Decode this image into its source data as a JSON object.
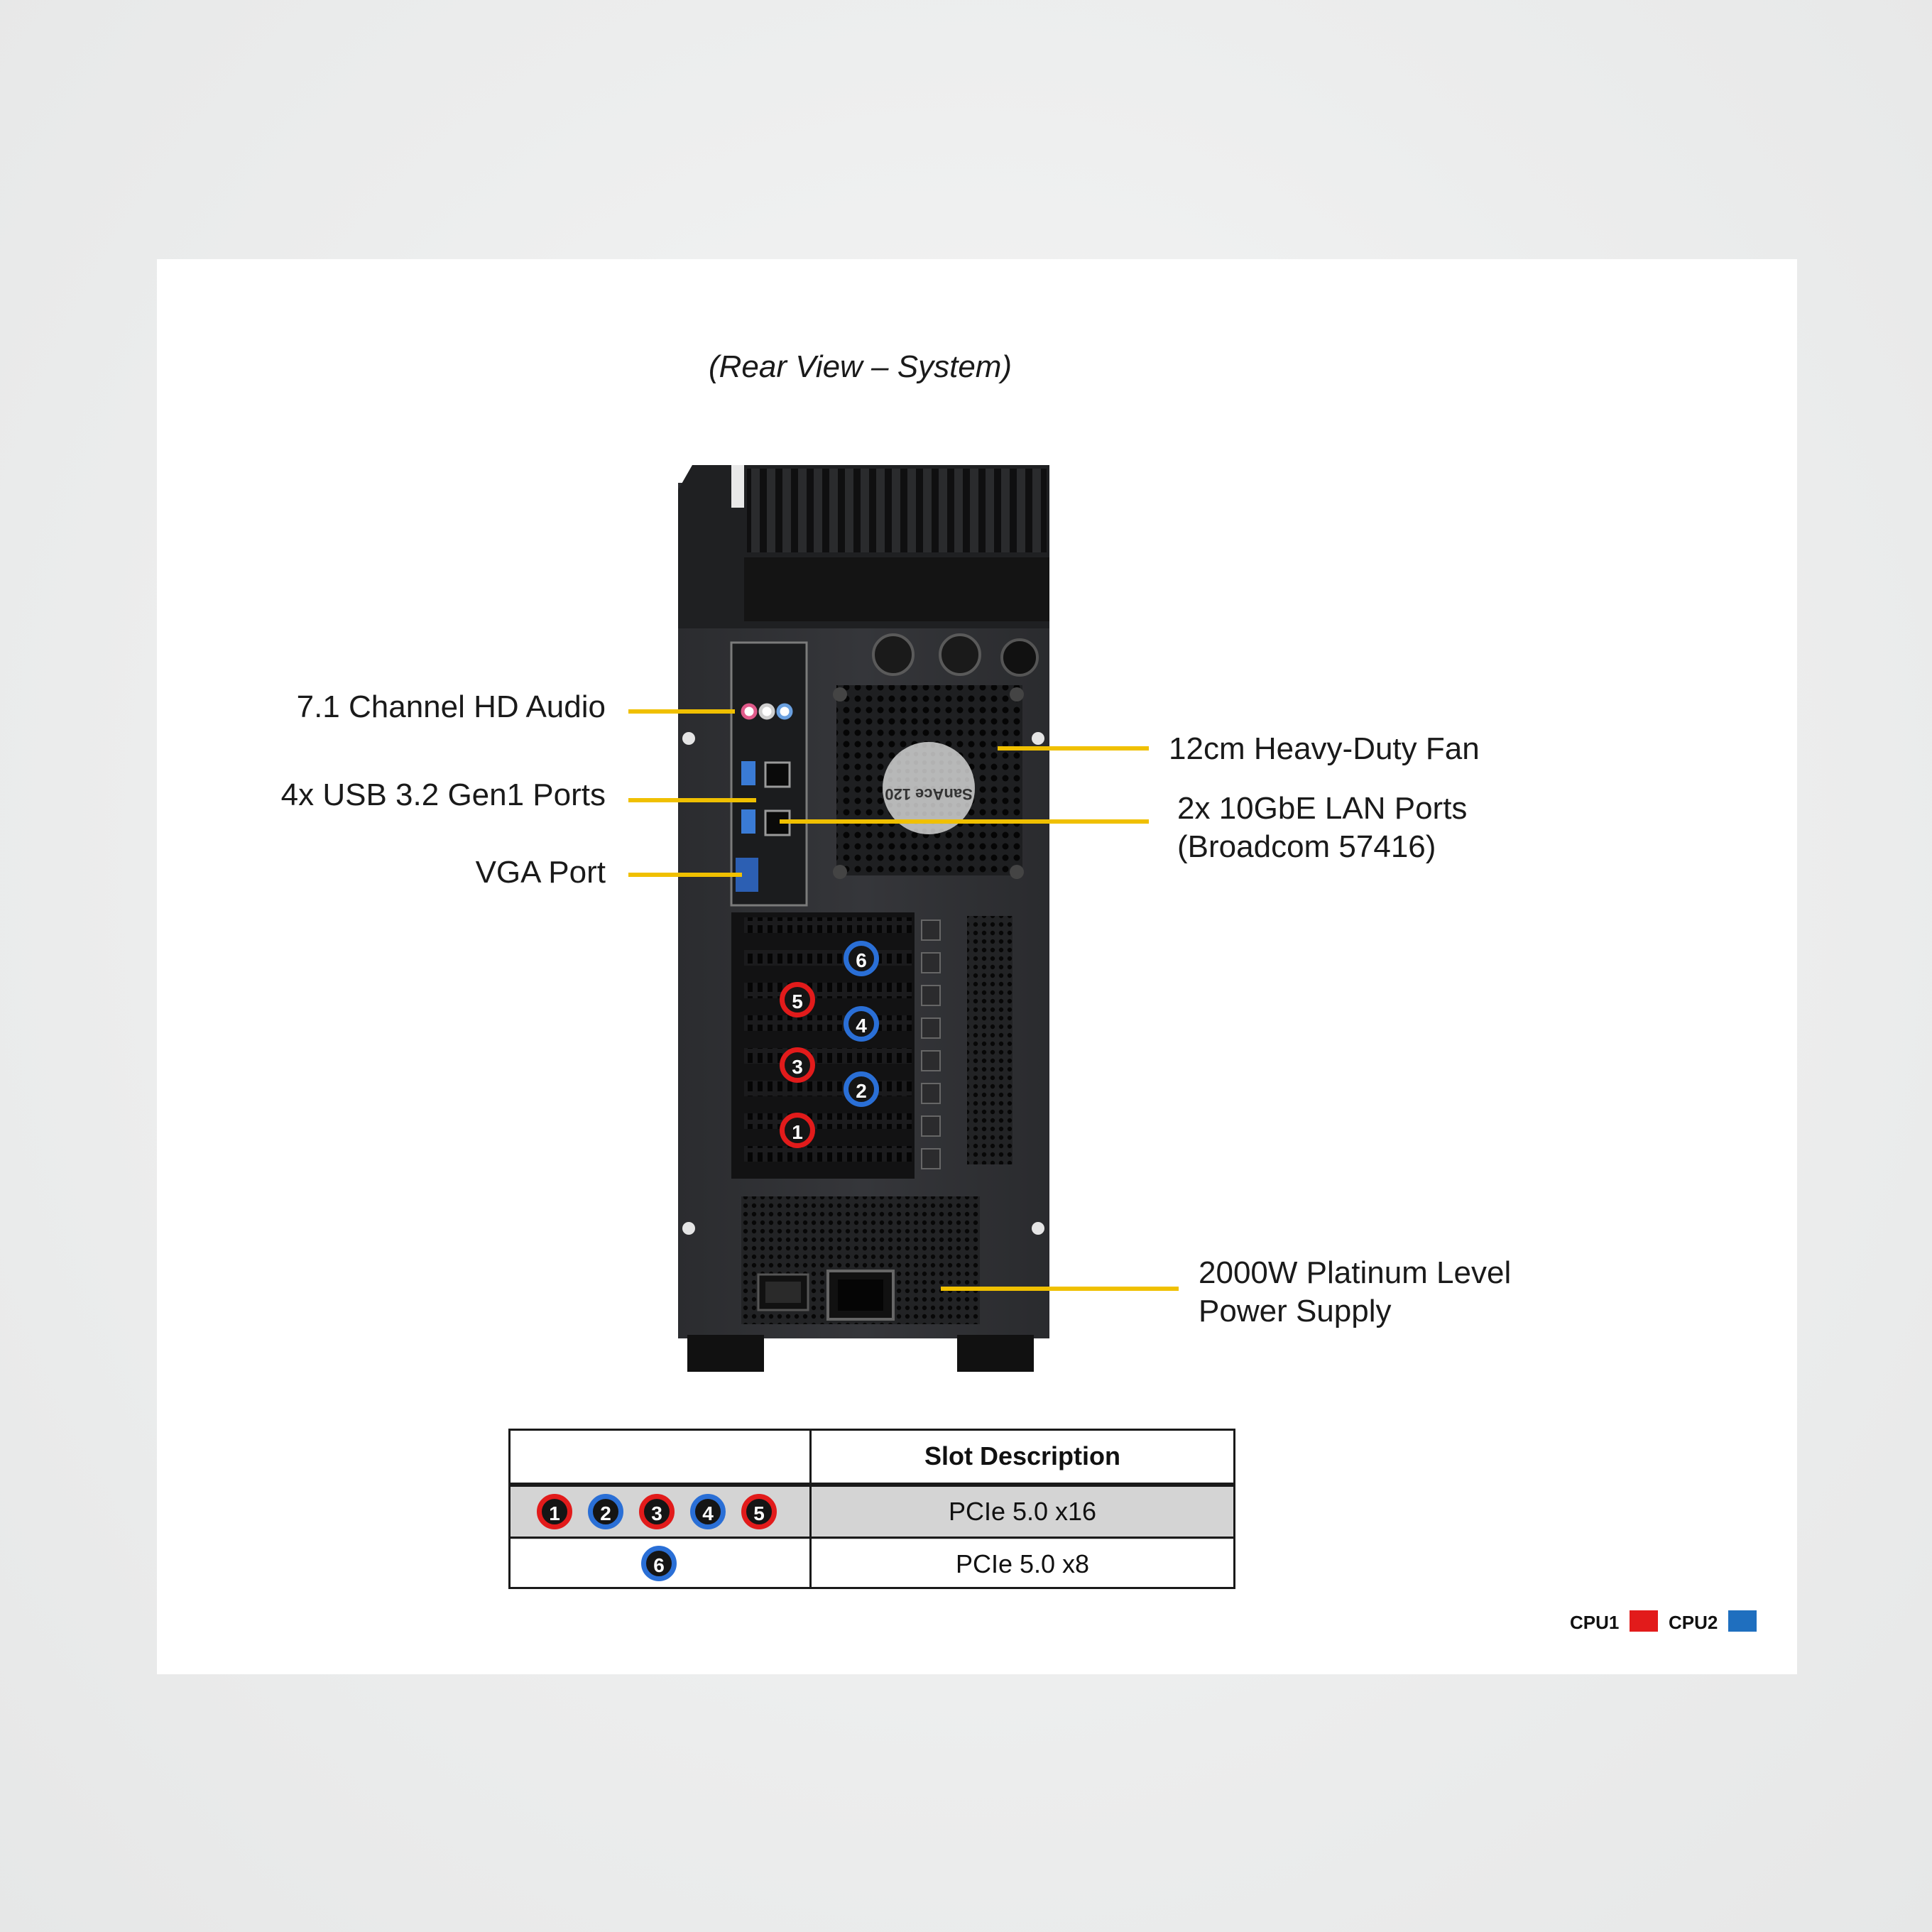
{
  "diagram": {
    "title": "(Rear View – System)",
    "callouts": {
      "audio": "7.1 Channel HD Audio",
      "usb": "4x USB 3.2 Gen1  Ports",
      "vga": "VGA Port",
      "fan": "12cm Heavy-Duty  Fan",
      "lan_line1": "2x 10GbE LAN Ports",
      "lan_line2": "(Broadcom 57416)",
      "psu_line1": "2000W Platinum  Level",
      "psu_line2": "Power Supply"
    },
    "leader_color": "#f0c000",
    "slots": [
      {
        "label": "6",
        "cpu": "CPU2"
      },
      {
        "label": "5",
        "cpu": "CPU1"
      },
      {
        "label": "4",
        "cpu": "CPU2"
      },
      {
        "label": "3",
        "cpu": "CPU1"
      },
      {
        "label": "2",
        "cpu": "CPU2"
      },
      {
        "label": "1",
        "cpu": "CPU1"
      }
    ],
    "fan_brand": "SanAce 120"
  },
  "table": {
    "header": "Slot Description",
    "rows": [
      {
        "badges": [
          {
            "label": "1",
            "cpu": "CPU1"
          },
          {
            "label": "2",
            "cpu": "CPU2"
          },
          {
            "label": "3",
            "cpu": "CPU1"
          },
          {
            "label": "4",
            "cpu": "CPU2"
          },
          {
            "label": "5",
            "cpu": "CPU1"
          }
        ],
        "description": "PCIe  5.0  x16"
      },
      {
        "badges": [
          {
            "label": "6",
            "cpu": "CPU2"
          }
        ],
        "description": "PCIe  5.0  x8"
      }
    ],
    "row1_bg": "#d4d4d4"
  },
  "legend": {
    "cpu1_label": "CPU1",
    "cpu1_color": "#e21b1b",
    "cpu2_label": "CPU2",
    "cpu2_color": "#1f6fbf"
  }
}
